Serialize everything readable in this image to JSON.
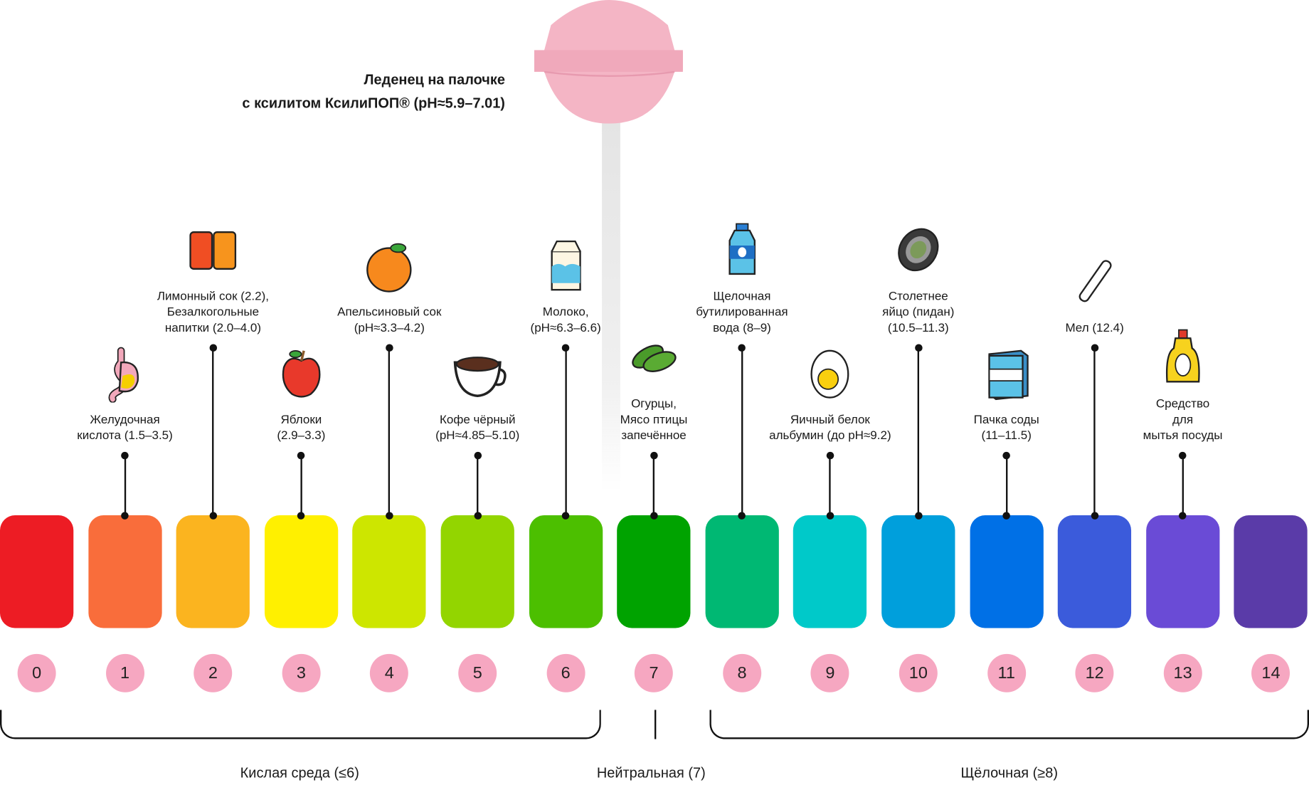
{
  "lollipop": {
    "line1": "Леденец на палочке",
    "line2": "с ксилитом КсилиПОП® (pH≈5.9–7.01)"
  },
  "scale": {
    "levels": [
      "0",
      "1",
      "2",
      "3",
      "4",
      "5",
      "6",
      "7",
      "8",
      "9",
      "10",
      "11",
      "12",
      "13",
      "14"
    ],
    "colors": [
      "#ed1c24",
      "#f96d3b",
      "#fbb41f",
      "#fff000",
      "#cde600",
      "#93d500",
      "#4cbf00",
      "#00a300",
      "#00b873",
      "#00c9c9",
      "#009fdc",
      "#0070e6",
      "#3b5bdb",
      "#6a4bd6",
      "#5a3ba8"
    ],
    "number_badge_color": "#f6a7c1"
  },
  "items": [
    {
      "level": 1,
      "label": "Желудочная\nкислота (1.5–3.5)",
      "icon": "stomach-icon"
    },
    {
      "level": 2,
      "label": "Лимонный сок (2.2),\nБезалкогольные\nнапитки (2.0–4.0)",
      "icon": "cans-icon"
    },
    {
      "level": 3,
      "label": "Яблоки\n(2.9–3.3)",
      "icon": "apple-icon"
    },
    {
      "level": 4,
      "label": "Апельсиновый сок\n(pH≈3.3–4.2)",
      "icon": "orange-icon"
    },
    {
      "level": 5,
      "label": "Кофе чёрный\n(pH≈4.85–5.10)",
      "icon": "coffee-cup-icon"
    },
    {
      "level": 6,
      "label": "Молоко,\n(pH≈6.3–6.6)",
      "icon": "milk-carton-icon"
    },
    {
      "level": 7,
      "label": "Огурцы,\nМясо птицы\nзапечённое",
      "icon": "cucumbers-icon"
    },
    {
      "level": 8,
      "label": "Щелочная\nбутилированная\nвода (8–9)",
      "icon": "water-bottle-icon"
    },
    {
      "level": 9,
      "label": "Яичный белок\nальбумин (до pH≈9.2)",
      "icon": "egg-icon"
    },
    {
      "level": 10,
      "label": "Столетнее\nяйцо (пидан)\n(10.5–11.3)",
      "icon": "century-egg-icon"
    },
    {
      "level": 11,
      "label": "Пачка соды\n(11–11.5)",
      "icon": "soda-box-icon"
    },
    {
      "level": 12,
      "label": "Мел (12.4)",
      "icon": "chalk-icon"
    },
    {
      "level": 13,
      "label": "Средство\nдля\nмытья посуды",
      "icon": "dish-soap-icon"
    }
  ],
  "ranges": {
    "acid": "Кислая среда (≤6)",
    "neutral": "Нейтральная (7)",
    "alkaline": "Щёлочная (≥8)"
  }
}
